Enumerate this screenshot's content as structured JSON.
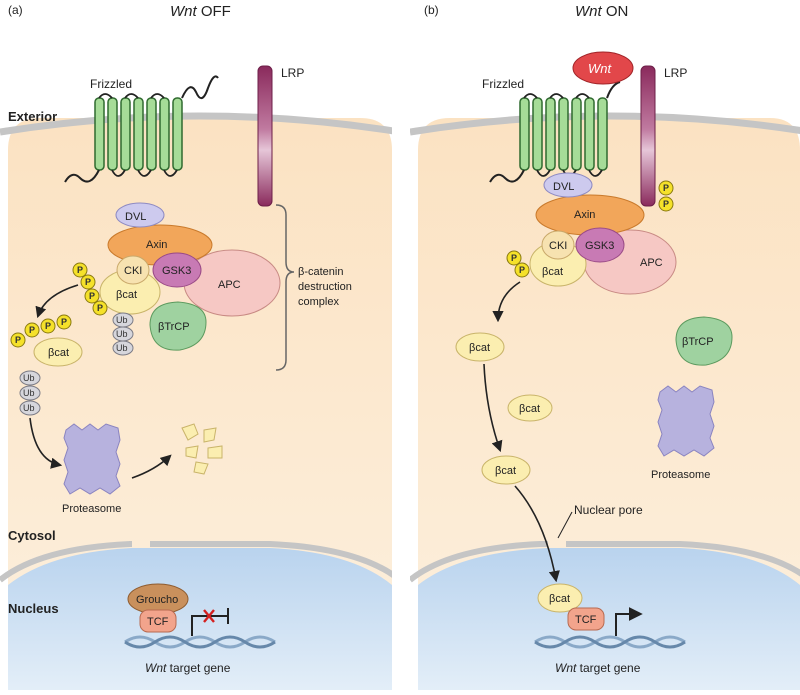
{
  "panels": {
    "a": {
      "panel_label": "(a)",
      "title_italic": "Wnt",
      "title_rest": " OFF",
      "receptor": "Frizzled",
      "coreceptor": "LRP",
      "exterior": "Exterior",
      "cytosol": "Cytosol",
      "nucleus": "Nucleus",
      "complex": {
        "dvl": "DVL",
        "axin": "Axin",
        "cki": "CKI",
        "gsk3": "GSK3",
        "apc": "APC",
        "bcat": "βcat",
        "btrcp": "βTrCP"
      },
      "destruction_label": [
        "β-catenin",
        "destruction",
        "complex"
      ],
      "phospho": "P",
      "ubiquitin": "Ub",
      "free_bcat": "βcat",
      "proteasome": "Proteasome",
      "groucho": "Groucho",
      "tcf": "TCF",
      "target_gene_italic": "Wnt",
      "target_gene_rest": " target gene"
    },
    "b": {
      "panel_label": "(b)",
      "title_italic": "Wnt",
      "title_rest": " ON",
      "receptor": "Frizzled",
      "coreceptor": "LRP",
      "ligand": "Wnt",
      "complex": {
        "dvl": "DVL",
        "axin": "Axin",
        "cki": "CKI",
        "gsk3": "GSK3",
        "apc": "APC",
        "bcat": "βcat"
      },
      "phospho": "P",
      "free_bcat": [
        "βcat",
        "βcat",
        "βcat"
      ],
      "btrcp": "βTrCP",
      "proteasome": "Proteasome",
      "nuclear_pore": "Nuclear pore",
      "nuc_bcat": "βcat",
      "tcf": "TCF",
      "target_gene_italic": "Wnt",
      "target_gene_rest": " target gene"
    }
  },
  "colors": {
    "cytosol": "#fbe8cf",
    "nucleus": "#c9ddf0",
    "membrane": "#c8c8c8",
    "frizzled": "#9bd48f",
    "lrp": "#8a2a5c",
    "dvl": "#c9c6ea",
    "axin": "#f0a454",
    "cki": "#f6e2b0",
    "gsk3": "#c87ab4",
    "apc": "#f6c8c4",
    "bcat": "#fbeeb0",
    "btrcp": "#9fd2a0",
    "phospho": "#f5e12a",
    "ubiquitin": "#d6d6dc",
    "proteasome": "#b7b2de",
    "wnt": "#e2474a",
    "tcf": "#f2a48c",
    "groucho": "#c9905c"
  }
}
